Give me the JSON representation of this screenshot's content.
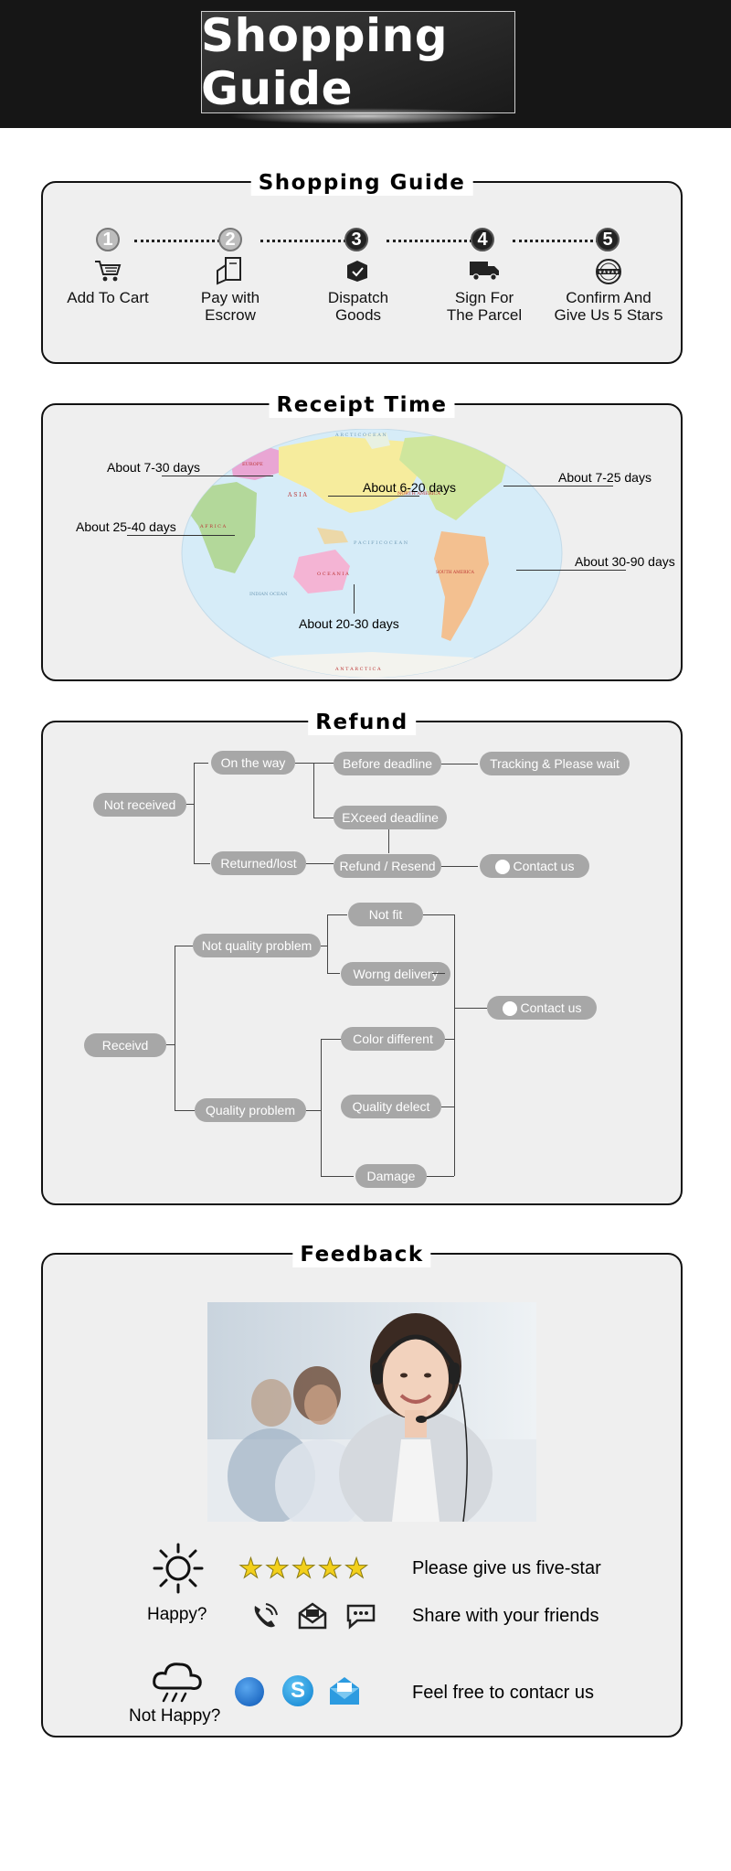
{
  "banner": {
    "title": "Shopping Guide"
  },
  "shopping_guide": {
    "title": "Shopping Guide",
    "steps": [
      {
        "number": "1",
        "line1": "Add To Cart",
        "line2": "",
        "icon": "cart-icon"
      },
      {
        "number": "2",
        "line1": "Pay with",
        "line2": "Escrow",
        "icon": "payment-icon"
      },
      {
        "number": "3",
        "line1": "Dispatch",
        "line2": "Goods",
        "icon": "package-icon"
      },
      {
        "number": "4",
        "line1": "Sign For",
        "line2": "The Parcel",
        "icon": "truck-icon"
      },
      {
        "number": "5",
        "line1": "Confirm And",
        "line2": "Give Us 5 Stars",
        "icon": "five-star-badge-icon"
      }
    ]
  },
  "receipt_time": {
    "title": "Receipt Time",
    "europe": "About 7-30 days",
    "africa": "About 25-40 days",
    "asia": "About 6-20 days",
    "north_america": "About 7-25 days",
    "south_america": "About 30-90 days",
    "oceania": "About 20-30 days",
    "map_labels": {
      "europe": "EUROPE",
      "asia": "A S I A",
      "africa": "A F R I C A",
      "north_america": "NORTH AMERICA",
      "south_america": "SOUTH AMERICA",
      "oceania": "O C E A N I A",
      "arctic": "A R C T I C   O C E A N",
      "pacific": "P A C I F I C   O C E A N",
      "indian": "INDIAN OCEAN",
      "antarctica": "A N T A R C T I C A"
    }
  },
  "refund": {
    "title": "Refund",
    "not_received": "Not received",
    "on_the_way": "On the way",
    "before_deadline": "Before deadline",
    "tracking": "Tracking & Please wait",
    "exceed_deadline": "EXceed deadline",
    "returned_lost": "Returned/lost",
    "refund_resend": "Refund / Resend",
    "contact_us_1": "Contact us",
    "received": "Receivd",
    "not_quality_problem": "Not quality problem",
    "not_fit": "Not fit",
    "wrong_delivery": "Worng delivery",
    "contact_us_2": "Contact us",
    "quality_problem": "Quality problem",
    "color_different": "Color different",
    "quality_defect": "Quality delect",
    "damage": "Damage"
  },
  "feedback": {
    "title": "Feedback",
    "happy": "Happy?",
    "not_happy": "Not Happy?",
    "five_star_text": "Please give us five-star",
    "share_text": "Share with your friends",
    "contact_text": "Feel free to contacr us",
    "stars": 5
  },
  "colors": {
    "pill": "#a7a7a7",
    "panel_bg": "#efefef",
    "banner_bg": "#161616"
  }
}
